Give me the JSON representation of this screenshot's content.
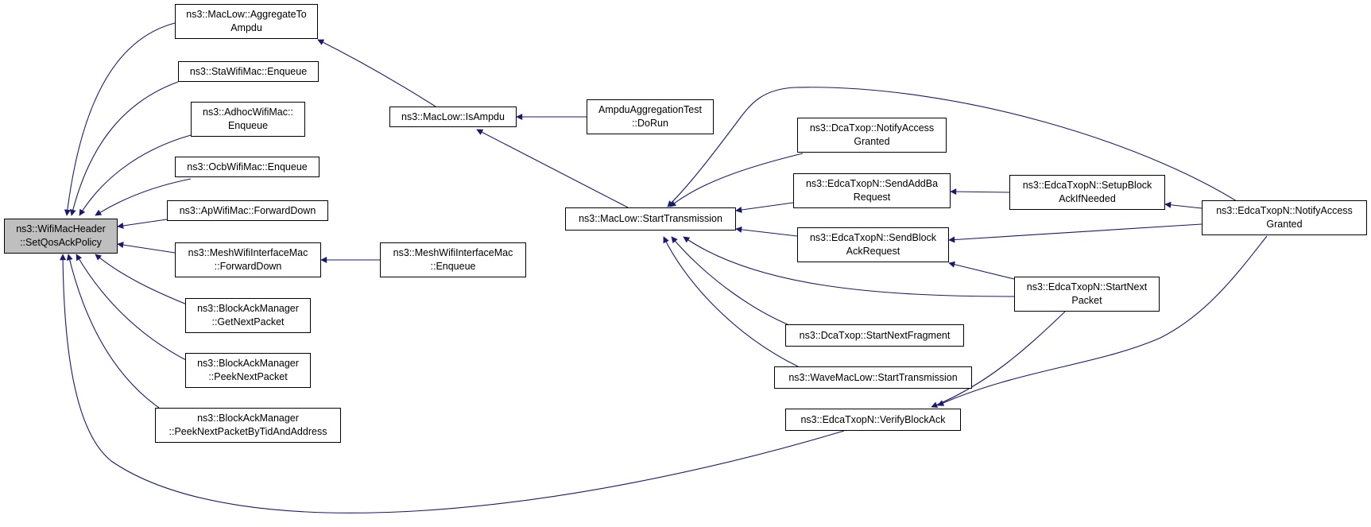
{
  "colors": {
    "edge": "#191970",
    "root_fill": "#bfbfbf",
    "node_fill": "#ffffff",
    "border": "#000000"
  },
  "nodes": {
    "root": {
      "l1": "ns3::WifiMacHeader",
      "l2": "::SetQosAckPolicy"
    },
    "aggregate": {
      "l1": "ns3::MacLow::AggregateTo",
      "l2": "Ampdu"
    },
    "sta": {
      "l1": "ns3::StaWifiMac::Enqueue"
    },
    "adhoc": {
      "l1": "ns3::AdhocWifiMac::",
      "l2": "Enqueue"
    },
    "ocb": {
      "l1": "ns3::OcbWifiMac::Enqueue"
    },
    "apfwd": {
      "l1": "ns3::ApWifiMac::ForwardDown"
    },
    "meshfwd": {
      "l1": "ns3::MeshWifiInterfaceMac",
      "l2": "::ForwardDown"
    },
    "meshenq": {
      "l1": "ns3::MeshWifiInterfaceMac",
      "l2": "::Enqueue"
    },
    "bagetnext": {
      "l1": "ns3::BlockAckManager",
      "l2": "::GetNextPacket"
    },
    "bapeek": {
      "l1": "ns3::BlockAckManager",
      "l2": "::PeekNextPacket"
    },
    "bapeektid": {
      "l1": "ns3::BlockAckManager",
      "l2": "::PeekNextPacketByTidAndAddress"
    },
    "isampdu": {
      "l1": "ns3::MacLow::IsAmpdu"
    },
    "ampdutest": {
      "l1": "AmpduAggregationTest",
      "l2": "::DoRun"
    },
    "starttx": {
      "l1": "ns3::MacLow::StartTransmission"
    },
    "dcanotify": {
      "l1": "ns3::DcaTxop::NotifyAccess",
      "l2": "Granted"
    },
    "sendaddba": {
      "l1": "ns3::EdcaTxopN::SendAddBa",
      "l2": "Request"
    },
    "sendblockack": {
      "l1": "ns3::EdcaTxopN::SendBlock",
      "l2": "AckRequest"
    },
    "dcanextfrag": {
      "l1": "ns3::DcaTxop::StartNextFragment"
    },
    "wavestarttx": {
      "l1": "ns3::WaveMacLow::StartTransmission"
    },
    "verifyblockack": {
      "l1": "ns3::EdcaTxopN::VerifyBlockAck"
    },
    "setupblockack": {
      "l1": "ns3::EdcaTxopN::SetupBlock",
      "l2": "AckIfNeeded"
    },
    "startnextpacket": {
      "l1": "ns3::EdcaTxopN::StartNext",
      "l2": "Packet"
    },
    "edcanotify": {
      "l1": "ns3::EdcaTxopN::NotifyAccess",
      "l2": "Granted"
    }
  }
}
